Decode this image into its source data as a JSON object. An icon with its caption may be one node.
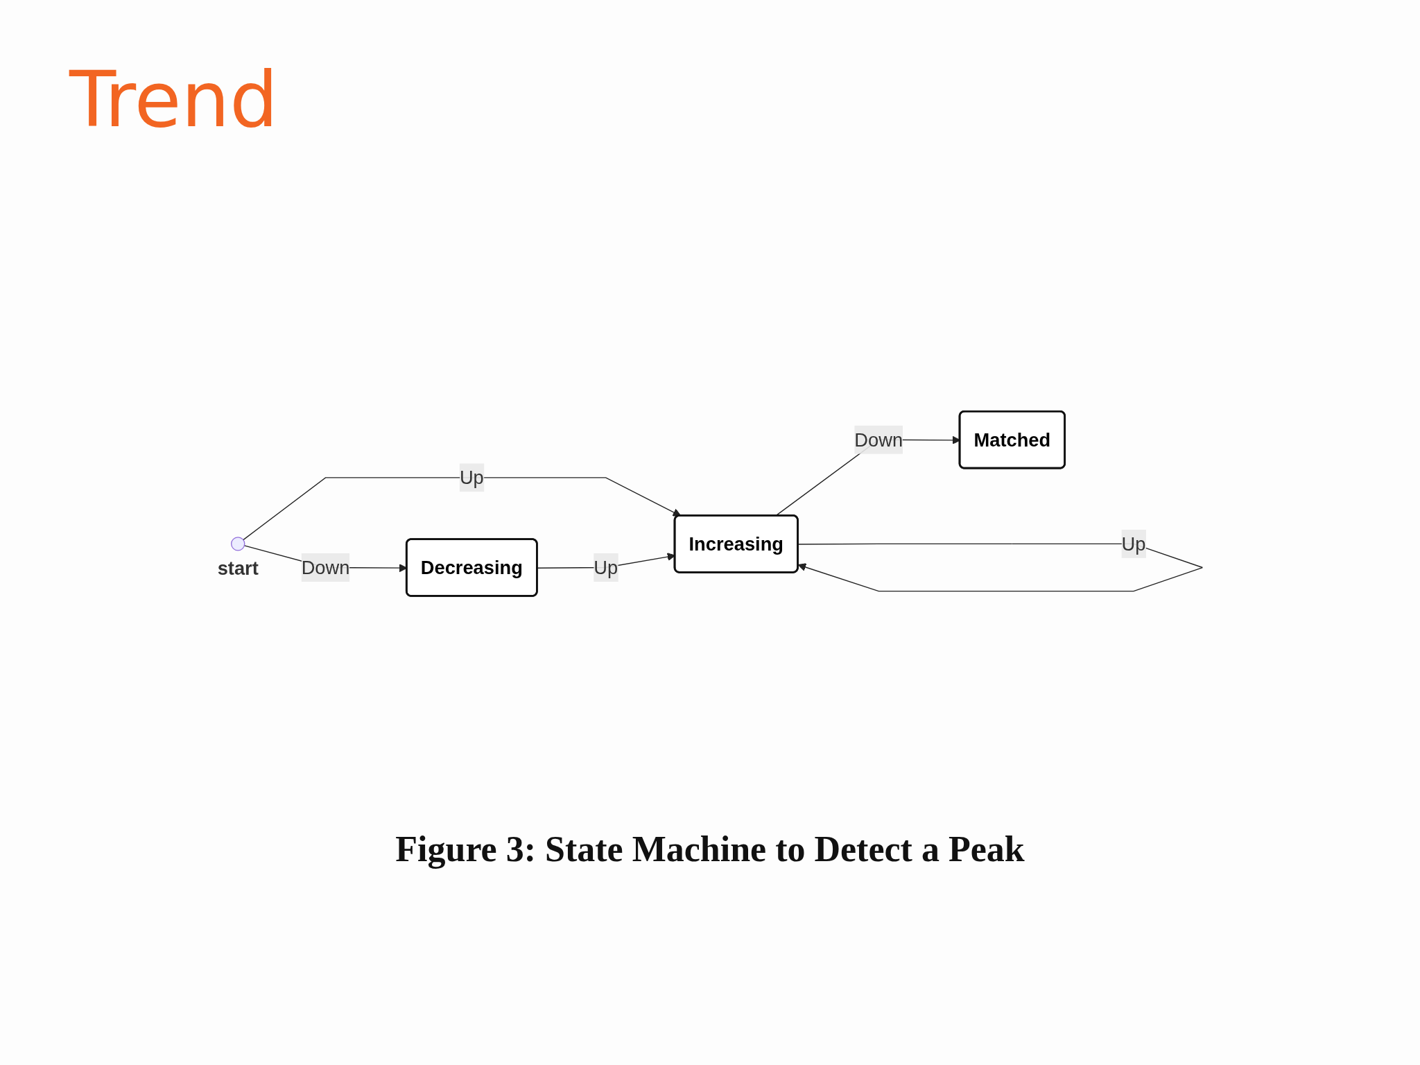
{
  "diagram": {
    "title": "Trend",
    "caption": "Figure 3: State Machine to Detect a Peak",
    "nodes": [
      {
        "text": [],
        "shape": "circle",
        "beside": [
          "start"
        ]
      },
      {
        "text": [
          "Decreasing"
        ]
      },
      {
        "text": [
          "Matched"
        ]
      },
      {
        "text": [
          "Increasing"
        ]
      }
    ],
    "edges": [
      {
        "from": 0,
        "to": 1,
        "arrow": "to",
        "label": "Down"
      },
      {
        "from": 0,
        "to": 3,
        "arrow": "to",
        "label": "Up"
      },
      {
        "from": 1,
        "to": 3,
        "arrow": "to",
        "label": "Up"
      },
      {
        "from": 3,
        "to": 2,
        "arrow": "to",
        "label": "Down"
      },
      {
        "from": 3,
        "to": 3,
        "arrow": "to",
        "label": "Up"
      }
    ]
  }
}
